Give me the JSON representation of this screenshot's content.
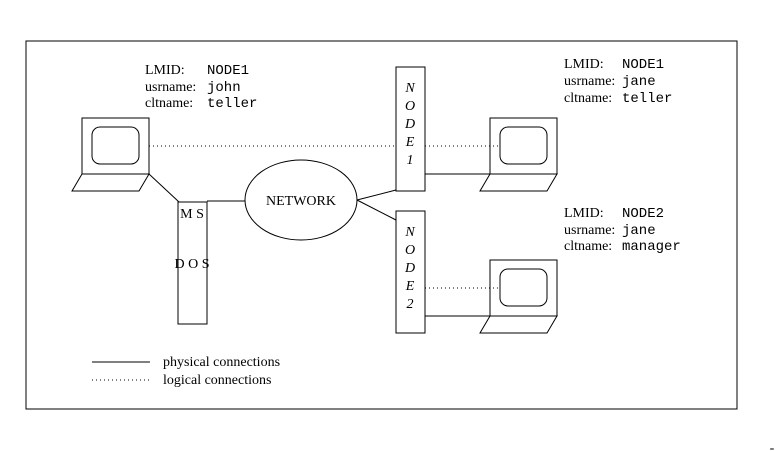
{
  "client1": {
    "lmid_key": "LMID:",
    "lmid_val": "NODE1",
    "usr_key": "usrname:",
    "usr_val": "john",
    "clt_key": "cltname:",
    "clt_val": "teller"
  },
  "client2": {
    "lmid_key": "LMID:",
    "lmid_val": "NODE1",
    "usr_key": "usrname:",
    "usr_val": "jane",
    "clt_key": "cltname:",
    "clt_val": "teller"
  },
  "client3": {
    "lmid_key": "LMID:",
    "lmid_val": "NODE2",
    "usr_key": "usrname:",
    "usr_val": "jane",
    "clt_key": "cltname:",
    "clt_val": "manager"
  },
  "network_label": "NETWORK",
  "msdos": {
    "line1": "M S",
    "line2": "D O S"
  },
  "node1_letters": [
    "N",
    "O",
    "D",
    "E",
    "1"
  ],
  "node2_letters": [
    "N",
    "O",
    "D",
    "E",
    "2"
  ],
  "legend": {
    "physical": "physical connections",
    "logical": "logical connections"
  },
  "stray_mark": "-"
}
